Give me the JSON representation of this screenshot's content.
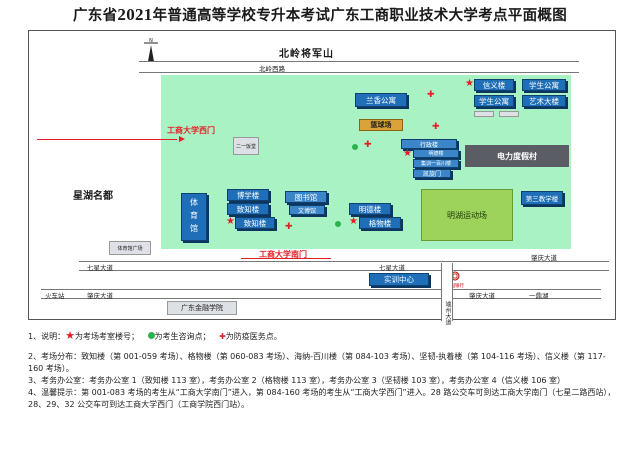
{
  "title": {
    "pre": "广东省",
    "year": "2021",
    "post": "年普通高等学校专升本考试广东工商职业技术大学考点平面概图"
  },
  "map": {
    "north_mountain": "北岭将军山",
    "north_road": "北岭西路",
    "xinghu": "星湖名都",
    "west_gate": "工商大学西门",
    "south_gate": "工商大学南门",
    "qixing": "七星大道",
    "qixing2": "七星大道",
    "zhaoqing1": "肇庆大道",
    "zhaoqing2": "肇庆大道",
    "zhaoqing3": "肇庆大道",
    "train_station": "火车站",
    "yiding": "一鼎湖",
    "finance": "广东金融学院",
    "duanhe": "端州大道",
    "buildings": {
      "xinyi": "信义楼",
      "shengong": "学生公寓",
      "lanxiang": "兰香公寓",
      "xuesheng2": "学生公寓",
      "yishu": "艺术大楼",
      "basketball": "篮球场",
      "xingzheng": "行政楼",
      "shizhan": "明德楼",
      "jixun": "集训一百川楼",
      "canteen": "凯旋门",
      "dianli": "电力度假村",
      "tiyu": "体育馆",
      "bozhi": "博学楼",
      "zhixing": "致知楼",
      "gewu": "格物楼",
      "tushu": "图书馆",
      "wenbo": "文博馆",
      "mingsi": "明德楼",
      "minghu": "明湖运动场",
      "third": "第三教学楼",
      "yiyuan": "体育馆广场",
      "shixun": "实训中心",
      "bank": "中国银行",
      "er": "二一饭堂"
    }
  },
  "legend": {
    "l1": {
      "prefix": "1、说明：",
      "star": "为考场考室楼号；",
      "dot": "为考生咨询点；",
      "cross": "为防疫医务点。"
    },
    "l2": "2、考场分布：致知楼（第 001-059 考场）、格物楼（第 060-083 考场）、海纳-百川楼（第 084-103 考场）、坚韧-执着楼（第 104-116 考场）、信义楼（第 117-160 考场）。",
    "l3": "3、考务办公室：考务办公室 1（致知楼 113 室），考务办公室 2（格物楼 113 室），考务办公室 3（坚韧楼 103 室），考务办公室 4（信义楼 106 室）",
    "l4": "4、温馨提示：第 001-083 考场的考生从“工商大学南门”进入，第 084-160 考场的考生从“工商大学西门”进入。28 路公交车可到达工商大学南门（七星二路西站），28、29、32 公交车可到达工商大学西门（工商学院西门站）。"
  }
}
